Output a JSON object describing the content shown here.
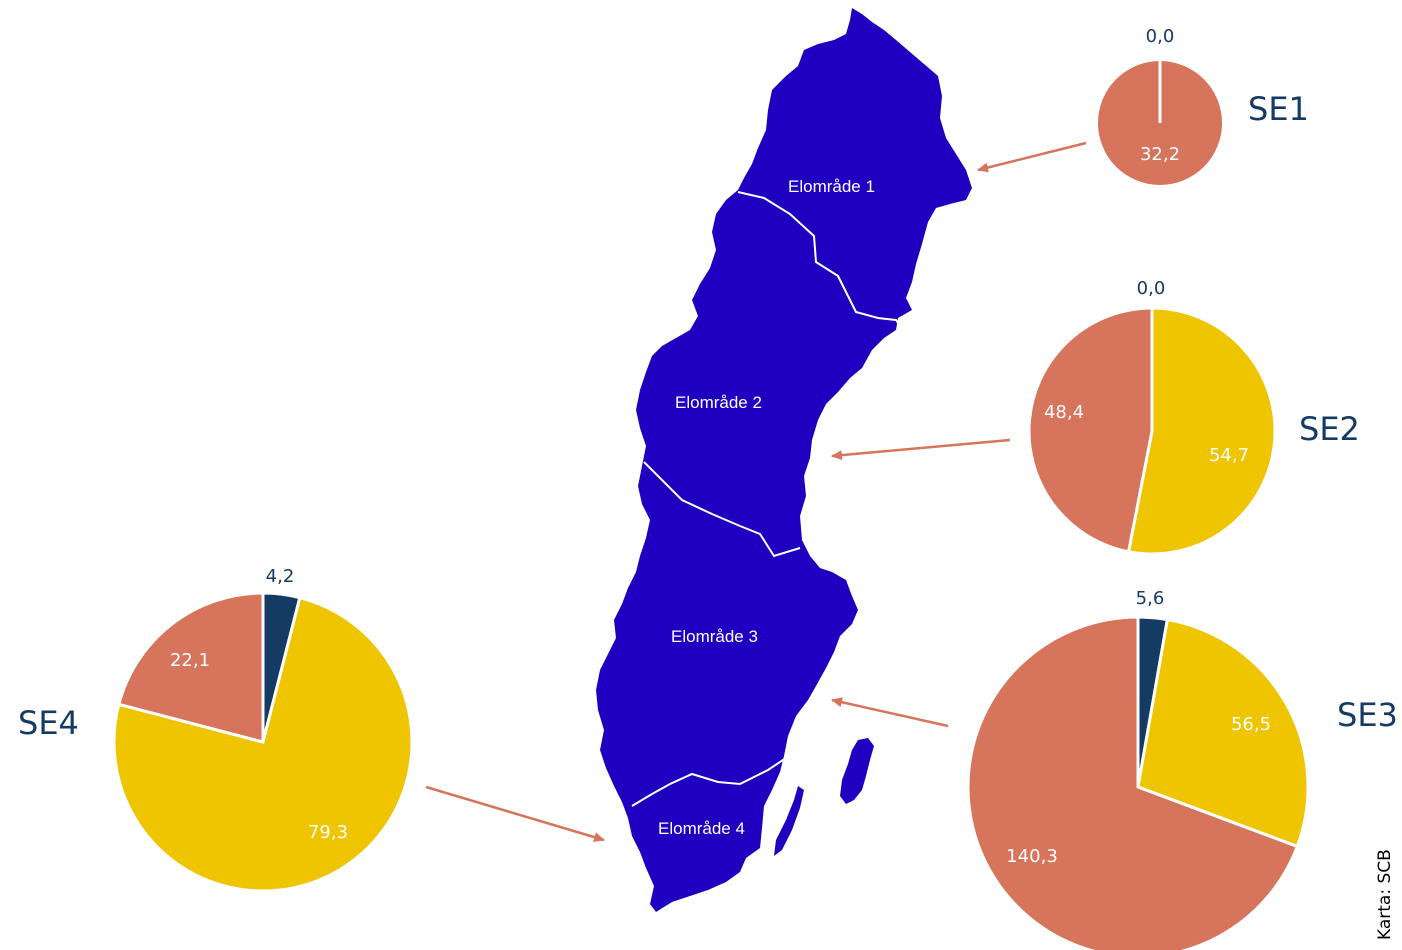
{
  "colors": {
    "map": "#1f00c0",
    "border": "#ffffff",
    "arrow": "#d6745c",
    "text_dark": "#153a63",
    "text_light": "#ffffff",
    "slice_navy": "#153a63",
    "slice_yellow": "#efc400",
    "slice_salmon": "#d6745c"
  },
  "regions": [
    {
      "label": "Elområde 1"
    },
    {
      "label": "Elområde 2"
    },
    {
      "label": "Elområde 3"
    },
    {
      "label": "Elområde 4"
    }
  ],
  "credit": "Karta: SCB",
  "chart_data": [
    {
      "type": "pie",
      "title": "SE1",
      "values": [
        0.0,
        0.0,
        32.2
      ],
      "slice_colors": [
        "#153a63",
        "#efc400",
        "#d6745c"
      ],
      "labels": [
        "",
        "0,0",
        "32,2"
      ]
    },
    {
      "type": "pie",
      "title": "SE2",
      "values": [
        0.0,
        54.7,
        48.4
      ],
      "slice_colors": [
        "#153a63",
        "#efc400",
        "#d6745c"
      ],
      "labels": [
        "0,0",
        "54,7",
        "48,4"
      ]
    },
    {
      "type": "pie",
      "title": "SE3",
      "values": [
        5.6,
        56.5,
        140.3
      ],
      "slice_colors": [
        "#153a63",
        "#efc400",
        "#d6745c"
      ],
      "labels": [
        "5,6",
        "56,5",
        "140,3"
      ]
    },
    {
      "type": "pie",
      "title": "SE4",
      "values": [
        4.2,
        79.3,
        22.1
      ],
      "slice_colors": [
        "#153a63",
        "#efc400",
        "#d6745c"
      ],
      "labels": [
        "4,2",
        "79,3",
        "22,1"
      ]
    }
  ]
}
